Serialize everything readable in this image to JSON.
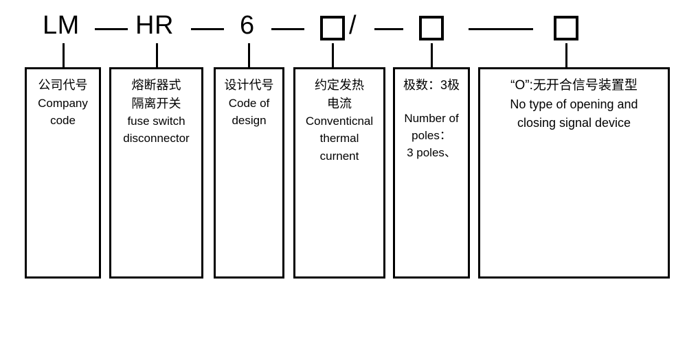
{
  "diagram": {
    "title": "LM-HR6 product designation breakdown",
    "colors": {
      "line": "#000000",
      "background": "#ffffff",
      "text": "#000000"
    },
    "code_line": {
      "tokens": [
        {
          "kind": "text",
          "label": "LM"
        },
        {
          "kind": "dash",
          "label": "—"
        },
        {
          "kind": "text",
          "label": "HR"
        },
        {
          "kind": "dash",
          "label": "—"
        },
        {
          "kind": "text",
          "label": "6"
        },
        {
          "kind": "dash",
          "label": "—"
        },
        {
          "kind": "box",
          "label": ""
        },
        {
          "kind": "slash",
          "label": "/"
        },
        {
          "kind": "dash",
          "label": "—"
        },
        {
          "kind": "box",
          "label": ""
        },
        {
          "kind": "dash",
          "label": "——"
        },
        {
          "kind": "box",
          "label": ""
        }
      ]
    },
    "boxes": [
      {
        "id": "company-code",
        "lines": [
          {
            "text": "公司代号",
            "cjk": true
          },
          {
            "text": "Company",
            "cjk": false
          },
          {
            "text": "code",
            "cjk": false
          }
        ]
      },
      {
        "id": "fuse-switch-disconnector",
        "lines": [
          {
            "text": "熔断器式",
            "cjk": true
          },
          {
            "text": "隔离开关",
            "cjk": true
          },
          {
            "text": "fuse switch",
            "cjk": false
          },
          {
            "text": "disconnector",
            "cjk": false
          }
        ]
      },
      {
        "id": "code-of-design",
        "lines": [
          {
            "text": "设计代号",
            "cjk": true
          },
          {
            "text": "Code of",
            "cjk": false
          },
          {
            "text": "design",
            "cjk": false
          }
        ]
      },
      {
        "id": "conventional-thermal-current",
        "lines": [
          {
            "text": "约定发热",
            "cjk": true
          },
          {
            "text": "电流",
            "cjk": true
          },
          {
            "text": "Conventicnal",
            "cjk": false
          },
          {
            "text": "thermal",
            "cjk": false
          },
          {
            "text": "curnent",
            "cjk": false
          }
        ]
      },
      {
        "id": "number-of-poles",
        "lines": [
          {
            "text": "极数：3极",
            "cjk": true
          },
          {
            "text": "",
            "cjk": false,
            "spacer": true
          },
          {
            "text": "Number of",
            "cjk": false
          },
          {
            "text": "poles：",
            "cjk": false
          },
          {
            "text": "3 poles、",
            "cjk": false
          }
        ]
      },
      {
        "id": "no-signal-device",
        "lines": [
          {
            "text": "“O”:无开合信号装置型",
            "cjk": true
          },
          {
            "text": "No type of opening and",
            "cjk": false
          },
          {
            "text": "closing signal device",
            "cjk": false
          }
        ]
      }
    ]
  }
}
